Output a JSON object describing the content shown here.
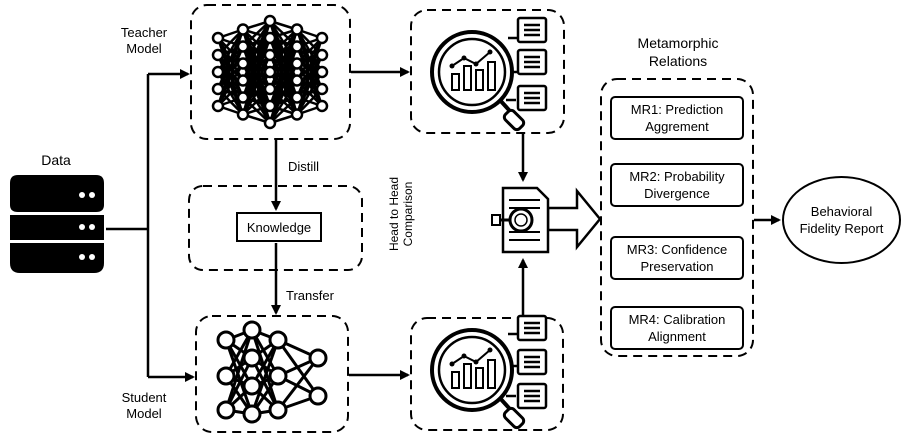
{
  "labels": {
    "data": "Data",
    "teacher": "Teacher\nModel",
    "student": "Student\nModel",
    "distill": "Distill",
    "transfer": "Transfer",
    "knowledge": "Knowledge",
    "comparison": "Head to Head\nComparison",
    "metamorphic_title": "Metamorphic\nRelations",
    "report": "Behavioral\nFidelity Report"
  },
  "relations": [
    {
      "label": "MR1: Prediction\nAggrement"
    },
    {
      "label": "MR2: Probability\nDivergence"
    },
    {
      "label": "MR3: Confidence\nPreservation"
    },
    {
      "label": "MR4: Calibration\nAlignment"
    }
  ],
  "icons": {
    "data": "database-icon",
    "teacher_network": "dense-neural-network-icon",
    "student_network": "neural-network-icon",
    "analysis": "magnifier-chart-icon",
    "document": "document-icon",
    "comparison": "document-magnifier-icon"
  }
}
